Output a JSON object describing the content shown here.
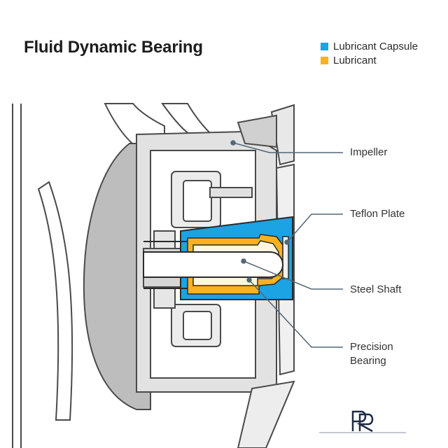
{
  "title": "Fluid Dynamic Bearing",
  "legend": [
    {
      "label": "Lubricant Capsule",
      "color": "#1ba3e4"
    },
    {
      "label": "Lubricant",
      "color": "#f7b21d"
    }
  ],
  "callouts": {
    "impeller": "Impeller",
    "teflon_plate": "Teflon Plate",
    "steel_shaft": "Steel Shaft",
    "precision_bearing_line1": "Precision",
    "precision_bearing_line2": "Bearing"
  },
  "colors": {
    "outline": "#4a4a4a",
    "gray_light": "#dcdcdc",
    "gray_mid": "#bdbdbd",
    "gray_dark": "#9a9a9a",
    "leader": "#556677"
  },
  "logo": "PR"
}
